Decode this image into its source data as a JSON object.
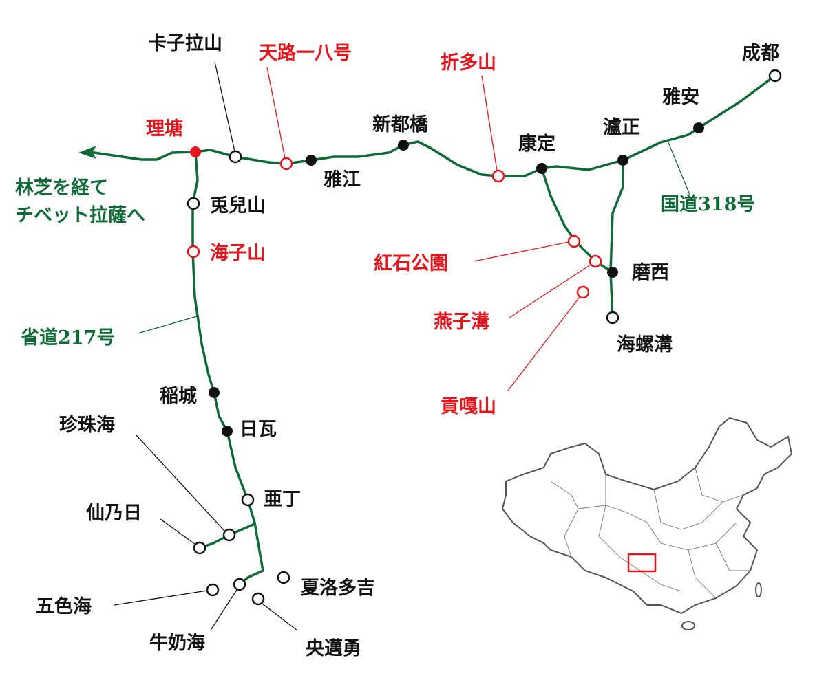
{
  "routes": {
    "national": "国道318号",
    "provincial": "省道217号"
  },
  "direction_note": [
    "林芝を経て",
    "チベット拉薩へ"
  ],
  "places": {
    "chengdu": "成都",
    "yaan": "雅安",
    "luding": "瀘正",
    "kangding": "康定",
    "zheduoshan": "折多山",
    "xinduqiao": "新都橋",
    "tianlu18": "天路一八号",
    "yajiang": "雅江",
    "kazilashan": "卡子拉山",
    "litang": "理塘",
    "tuershan": "兎兒山",
    "haizishan": "海子山",
    "hongshi_park": "紅石公園",
    "moxi": "磨西",
    "yanzigou": "燕子溝",
    "hailuogou": "海螺溝",
    "gonggashan": "貢嘎山",
    "daocheng": "稲城",
    "riwa": "日瓦",
    "zhenzhuhai": "珍珠海",
    "yading": "亜丁",
    "xiannairi": "仙乃日",
    "xialuoduoji": "夏洛多吉",
    "wusehai": "五色海",
    "niunaihai": "牛奶海",
    "yangmaiyong": "央邁勇"
  },
  "colors": {
    "route": "#0f6b35",
    "highlight": "#e8141b",
    "text": "#111111"
  }
}
